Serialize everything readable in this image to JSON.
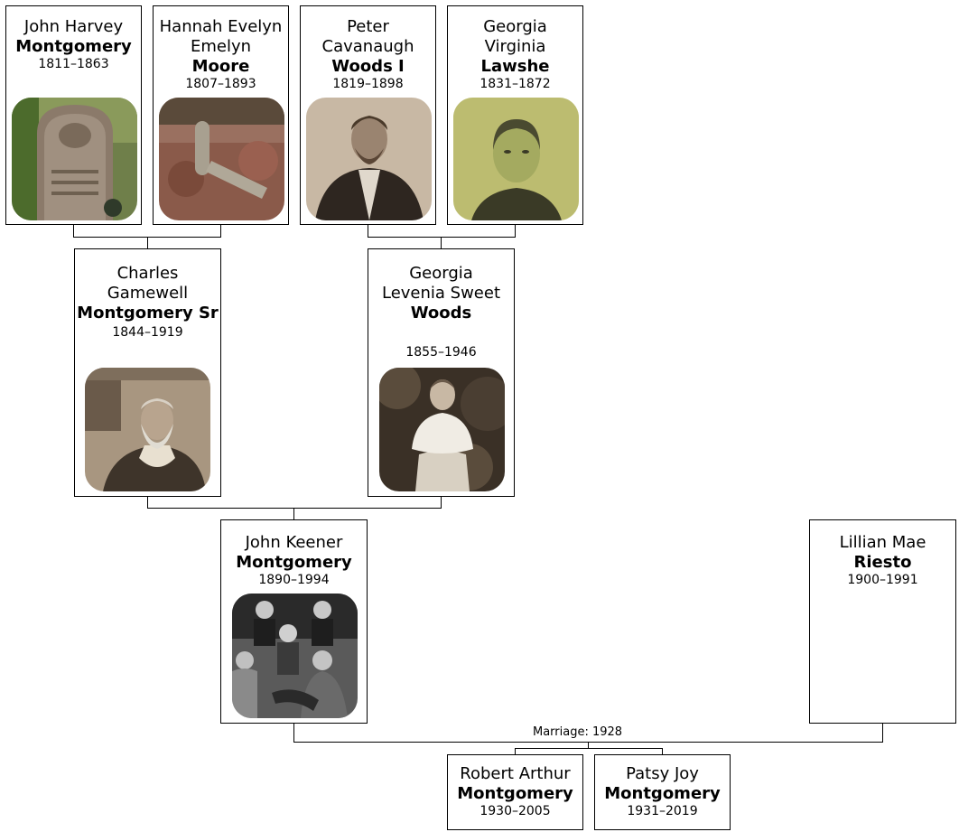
{
  "people": {
    "p1": {
      "given": "John Harvey",
      "surname": "Montgomery",
      "dates": "1811–1863",
      "photo": "gravestone-photo"
    },
    "p2": {
      "given": "Hannah Evelyn Emelyn",
      "surname": "Moore",
      "dates": "1807–1893",
      "photo": "gravesite-photo"
    },
    "p3": {
      "given": "Peter Cavanaugh",
      "surname": "Woods I",
      "dates": "1819–1898",
      "photo": "portrait-photo"
    },
    "p4": {
      "given": "Georgia Virginia",
      "surname": "Lawshe",
      "dates": "1831–1872",
      "photo": "portrait-photo"
    },
    "p5": {
      "given": "Charles Gamewell",
      "surname": "Montgomery Sr",
      "dates": "1844–1919",
      "photo": "portrait-photo"
    },
    "p6": {
      "given": "Georgia Levenia Sweet",
      "surname": "Woods",
      "dates": "1855–1946",
      "photo": "portrait-photo"
    },
    "p7": {
      "given": "John Keener",
      "surname": "Montgomery",
      "dates": "1890–1994",
      "photo": "group-photo"
    },
    "p8": {
      "given": "Lillian Mae",
      "surname": "Riesto",
      "dates": "1900–1991"
    },
    "p9": {
      "given": "Robert Arthur",
      "surname": "Montgomery",
      "dates": "1930–2005"
    },
    "p10": {
      "given": "Patsy Joy",
      "surname": "Montgomery",
      "dates": "1931–2019"
    }
  },
  "marriage_label": "Marriage: 1928",
  "colors": {
    "border": "#000000",
    "background": "#ffffff"
  }
}
